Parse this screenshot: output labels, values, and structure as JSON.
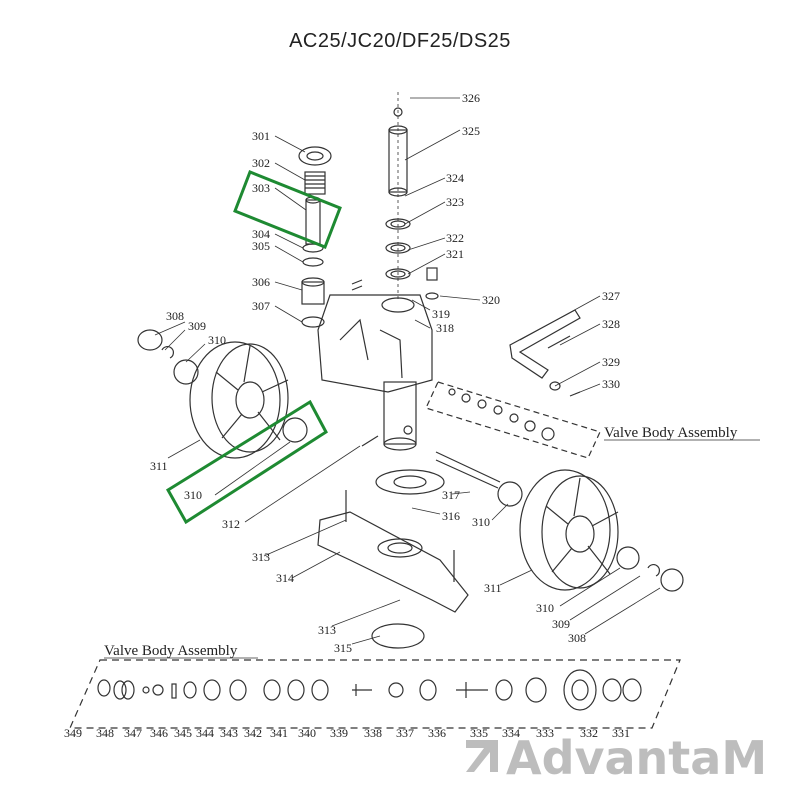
{
  "title": "AC25/JC20/DF25/DS25",
  "colors": {
    "highlight": "#1e8a32",
    "ink": "#333333",
    "watermark": "#bdbdbd"
  },
  "section_labels": {
    "upper": "Valve Body Assembly",
    "lower": "Valve Body Assembly"
  },
  "callouts": {
    "p301": "301",
    "p302": "302",
    "p303": "303",
    "p304": "304",
    "p305": "305",
    "p306": "306",
    "p307": "307",
    "p308a": "308",
    "p308b": "308",
    "p309a": "309",
    "p309b": "309",
    "p310a": "310",
    "p310b": "310",
    "p310c": "310",
    "p310d": "310",
    "p311a": "311",
    "p311b": "311",
    "p312": "312",
    "p313a": "313",
    "p313b": "313",
    "p314": "314",
    "p315": "315",
    "p316": "316",
    "p317": "317",
    "p318": "318",
    "p319": "319",
    "p320": "320",
    "p321": "321",
    "p322": "322",
    "p323": "323",
    "p324": "324",
    "p325": "325",
    "p326": "326",
    "p327": "327",
    "p328": "328",
    "p329": "329",
    "p330": "330",
    "p331": "331",
    "p332": "332",
    "p333": "333",
    "p334": "334",
    "p335": "335",
    "p336": "336",
    "p337": "337",
    "p338": "338",
    "p339": "339",
    "p340": "340",
    "p341": "341",
    "p342": "342",
    "p343": "343",
    "p344": "344",
    "p345": "345",
    "p346": "346",
    "p347": "347",
    "p348": "348",
    "p349": "349"
  },
  "watermark": {
    "text": "AdvantaM",
    "icon": "advantam-logo-icon"
  }
}
